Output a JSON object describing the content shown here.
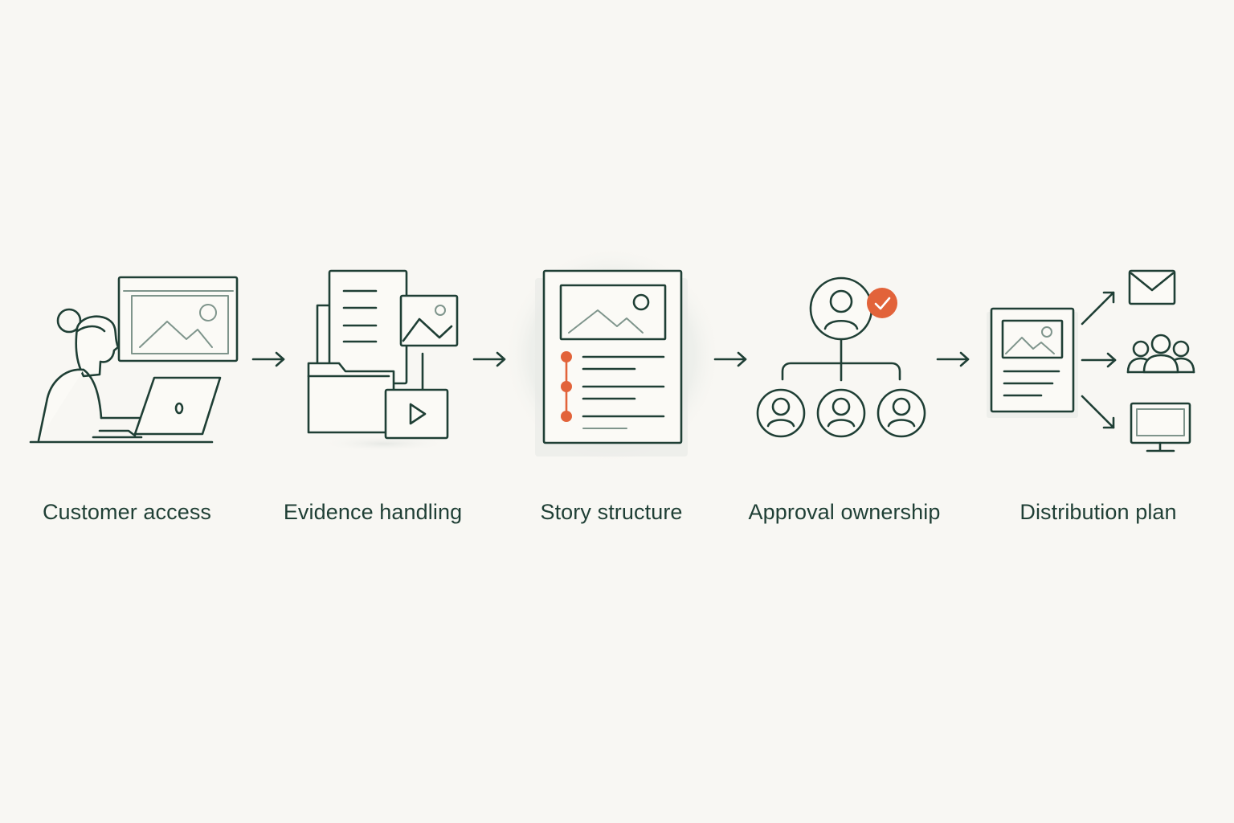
{
  "steps": [
    {
      "label": "Customer access",
      "icon": "person-laptop-icon"
    },
    {
      "label": "Evidence handling",
      "icon": "files-folder-icon"
    },
    {
      "label": "Story structure",
      "icon": "document-outline-icon"
    },
    {
      "label": "Approval ownership",
      "icon": "approval-tree-icon"
    },
    {
      "label": "Distribution plan",
      "icon": "distribution-icon"
    }
  ],
  "colors": {
    "background": "#f8f7f3",
    "line": "#1f3f35",
    "accent": "#e2633a",
    "muted": "#7f958c"
  }
}
